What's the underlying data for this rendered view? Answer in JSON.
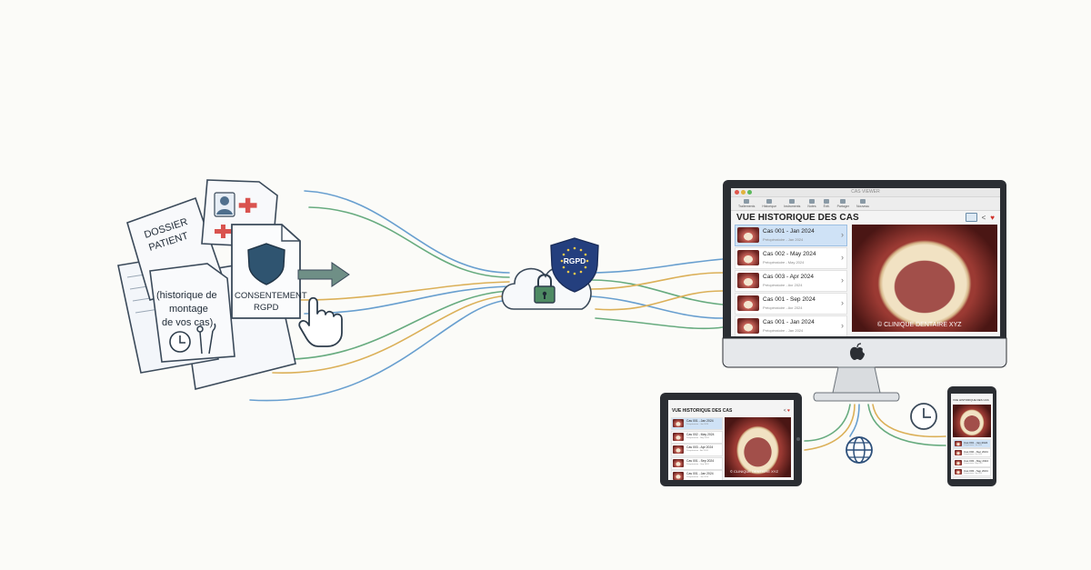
{
  "documents": {
    "dossier_label_line1": "DOSSIER",
    "dossier_label_line2": "PATIENT",
    "history_line1": "(historique de",
    "history_line2": "montage",
    "history_line3": "de vos cas)",
    "consent_line1": "CONSENTEMENT",
    "consent_line2": "RGPD"
  },
  "cloud": {
    "badge_label": "RGPD"
  },
  "desktop": {
    "window_name": "CAS VIEWER",
    "toolbar": [
      {
        "label": "Traitements"
      },
      {
        "label": "Historique"
      },
      {
        "label": "Instruments"
      },
      {
        "label": "Notes"
      },
      {
        "label": "Édit."
      },
      {
        "label": "Partager"
      },
      {
        "label": "Nouveau"
      }
    ],
    "title": "VUE HISTORIQUE DES CAS",
    "cases": [
      {
        "title": "Cas 001 - Jan 2024",
        "subtitle": "Préopératoire - Jan 2024",
        "selected": true
      },
      {
        "title": "Cas 002 - May 2024",
        "subtitle": "Préopératoire - May 2024",
        "selected": false
      },
      {
        "title": "Cas 003 - Apr 2024",
        "subtitle": "Préopératoire - Avr 2024",
        "selected": false
      },
      {
        "title": "Cas 001 - Sep 2024",
        "subtitle": "Préopératoire - Avr 2024",
        "selected": false
      },
      {
        "title": "Cas 001 - Jan 2024",
        "subtitle": "Préopératoire - Jan 2024",
        "selected": false
      }
    ],
    "photo_caption": "© CLINIQUE DENTAIRE XYZ"
  },
  "tablet": {
    "title": "VUE HISTORIQUE DES CAS",
    "cases": [
      {
        "title": "Cas 001 - Jan 2024",
        "subtitle": "Préopératoire - Jan 2024",
        "selected": true
      },
      {
        "title": "Cas 002 - May 2024",
        "subtitle": "Préopératoire - May 2024",
        "selected": false
      },
      {
        "title": "Cas 003 - Apr 2024",
        "subtitle": "Préopératoire - Avr 2024",
        "selected": false
      },
      {
        "title": "Cas 001 - Sep 2024",
        "subtitle": "Préopératoire - Sep 2024",
        "selected": false
      },
      {
        "title": "Cas 001 - Jan 2024",
        "subtitle": "Préopératoire - Jan 2024",
        "selected": false
      }
    ],
    "photo_caption": "© CLINIQUE DENTAIRE XYZ"
  },
  "phone": {
    "title": "VUE HISTORIQUE DES CAS",
    "cases": [
      {
        "title": "Cas 001 - Jan 2024",
        "subtitle": "Préopératoire - Jan 2024",
        "selected": true
      },
      {
        "title": "Cas 002 - Dec 2024",
        "subtitle": "Préopératoire - Dec 2024",
        "selected": false
      },
      {
        "title": "Cas 003 - May 2024",
        "subtitle": "Préopératoire - May 2024",
        "selected": false
      },
      {
        "title": "Cas 003 - Sep 2024",
        "subtitle": "Préopératoire - Sep 2024",
        "selected": false
      },
      {
        "title": "Cas 005 - Jul 2024",
        "subtitle": "Préopératoire - Jul 2024",
        "selected": false
      }
    ]
  },
  "colors": {
    "line_blue": "#4f8fc9",
    "line_green": "#4e9e6a",
    "line_gold": "#d6a33d",
    "shield_navy": "#243f7e",
    "star_gold": "#f2c94c",
    "selection": "#cfe2f6",
    "heart": "#d0322b"
  },
  "icons": [
    "document-icon",
    "clock-icon",
    "dental-tool-icon",
    "shield-icon",
    "arrow-right-icon",
    "hand-cursor-icon",
    "cloud-icon",
    "padlock-icon",
    "eu-stars-icon",
    "apple-logo-icon",
    "globe-icon",
    "clock-icon",
    "share-icon",
    "heart-icon",
    "gallery-icon"
  ]
}
